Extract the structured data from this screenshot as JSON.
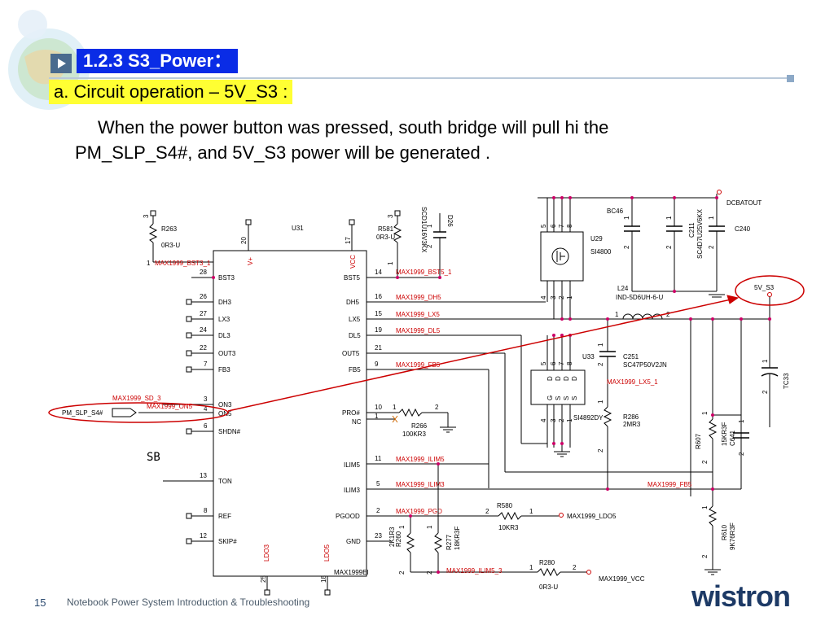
{
  "header": {
    "title": "1.2.3  S3_Power：",
    "subtitle": "a. Circuit operation – 5V_S3 :",
    "paragraph_line1": "When the power button was pressed, south bridge will pull hi the",
    "paragraph_line2": "PM_SLP_S4#, and 5V_S3 power will be generated ."
  },
  "schematic": {
    "u31": {
      "ref": "U31",
      "label_v": "V+",
      "label_vcc": "VCC",
      "pin20": "20",
      "pin17": "17",
      "pin25": "25",
      "pin18": "18",
      "ldo3": "LDO3",
      "ldo5": "LDO5",
      "foot": "MAX1999EI"
    },
    "left_pins": [
      {
        "num": "28",
        "name": "BST3"
      },
      {
        "num": "26",
        "name": "DH3"
      },
      {
        "num": "27",
        "name": "LX3"
      },
      {
        "num": "24",
        "name": "DL3"
      },
      {
        "num": "22",
        "name": "OUT3"
      },
      {
        "num": "7",
        "name": "FB3"
      },
      {
        "num": "3",
        "name": "ON3"
      },
      {
        "num": "4",
        "name": "ON5"
      },
      {
        "num": "6",
        "name": "SHDN#"
      },
      {
        "num": "13",
        "name": "TON"
      },
      {
        "num": "8",
        "name": "REF"
      },
      {
        "num": "12",
        "name": "SKIP#"
      }
    ],
    "right_pins": [
      {
        "num": "14",
        "name": "BST5",
        "net": "MAX1999_BST5_1"
      },
      {
        "num": "16",
        "name": "DH5",
        "net": "MAX1999_DH5"
      },
      {
        "num": "15",
        "name": "LX5",
        "net": "MAX1999_LX5"
      },
      {
        "num": "19",
        "name": "DL5",
        "net": "MAX1999_DL5"
      },
      {
        "num": "21",
        "name": "OUT5",
        "net": ""
      },
      {
        "num": "9",
        "name": "FB5",
        "net": "MAX1999_FB5"
      },
      {
        "num": "10",
        "name": "PRO#",
        "net": ""
      },
      {
        "num": "1",
        "name": "NC",
        "net": ""
      },
      {
        "num": "11",
        "name": "ILIM5",
        "net": "MAX1999_ILIM5"
      },
      {
        "num": "5",
        "name": "ILIM3",
        "net": "MAX1999_ILIM3"
      },
      {
        "num": "2",
        "name": "PGOOD",
        "net": "MAX1999_PGD"
      },
      {
        "num": "23",
        "name": "GND",
        "net": ""
      }
    ],
    "r263": {
      "ref": "R263",
      "val": "0R3-U",
      "p3": "3",
      "p1": "1"
    },
    "net_bst3": "MAX1999_BST3_1",
    "r581": {
      "ref": "R581",
      "val": "0R3-U",
      "p3": "3",
      "p1": "1"
    },
    "d26": {
      "ref": "D26",
      "val": "SCD1U16V3KX",
      "p1": "1",
      "p2": "2"
    },
    "sd3": "MAX1999_SD_3",
    "on5": "MAX1999_ON5",
    "pm_slp": "PM_SLP_S4#",
    "sb": "SB",
    "r266": {
      "ref": "R266",
      "val": "100KR3",
      "p1": "1",
      "p2": "2",
      "pin1b": "1"
    },
    "r260": {
      "ref": "R260",
      "val": "2K1R3",
      "p1": "1",
      "p2": "2"
    },
    "r277": {
      "ref": "R277",
      "val": "18KR3F",
      "p1": "1",
      "p2": "2"
    },
    "r580": {
      "ref": "R580",
      "val": "10KR3",
      "p1": "1",
      "p2": "2"
    },
    "ldo5_net": "MAX1999_LDO5",
    "r280": {
      "ref": "R280",
      "val": "0R3-U",
      "p1": "1",
      "p2": "2"
    },
    "ilim5_3": "MAX1999_ILIM5_3",
    "vcc_net": "MAX1999_VCC",
    "u29": {
      "ref": "U29",
      "val": "SI4800",
      "pins_top": [
        "5",
        "6",
        "7",
        "8"
      ],
      "pins_bot": [
        "4",
        "3",
        "2",
        "1"
      ]
    },
    "u33": {
      "ref": "U33",
      "val": "SI4892DY",
      "pins_top": [
        "5",
        "6",
        "7",
        "8"
      ],
      "pins_bot": [
        "4",
        "3",
        "2",
        "1"
      ],
      "d": "D",
      "g": "G",
      "s": "S"
    },
    "bc46": "BC46",
    "c211": {
      "ref": "C211",
      "val": "SC4D7U25V6KX",
      "p1": "1",
      "p2": "2"
    },
    "c240": {
      "ref": "C240",
      "p1": "1",
      "p2": "2"
    },
    "bc_p1": "1",
    "bc_p2": "2",
    "dcbatout": "DCBATOUT",
    "l24": {
      "ref": "L24",
      "val": "IND-5D6UH-6-U",
      "p1": "1",
      "p2": "2"
    },
    "c251": {
      "ref": "C251",
      "val": "SC47P50V2JN",
      "p1": "1",
      "p2": "2"
    },
    "lx5_1": "MAX1999_LX5_1",
    "r286": {
      "ref": "R286",
      "val": "2MR3",
      "p1": "1",
      "p2": "2"
    },
    "out5v": "5V_S3",
    "tc33": {
      "ref": "TC33",
      "p1": "1",
      "p2": "2"
    },
    "r607": {
      "ref": "R607",
      "val": "15KR3F",
      "p1": "1",
      "p2": "2"
    },
    "c641": {
      "ref": "C641",
      "p1": "1",
      "p2": "2"
    },
    "r610": {
      "ref": "R610",
      "val": "9K76R3F",
      "p1": "1",
      "p2": "2"
    },
    "fb5_right": "MAX1999_FB5"
  },
  "footer": {
    "page": "15",
    "text": "Notebook Power System Introduction & Troubleshooting",
    "logo_main": "wistron",
    "logo_dot": "ı"
  }
}
